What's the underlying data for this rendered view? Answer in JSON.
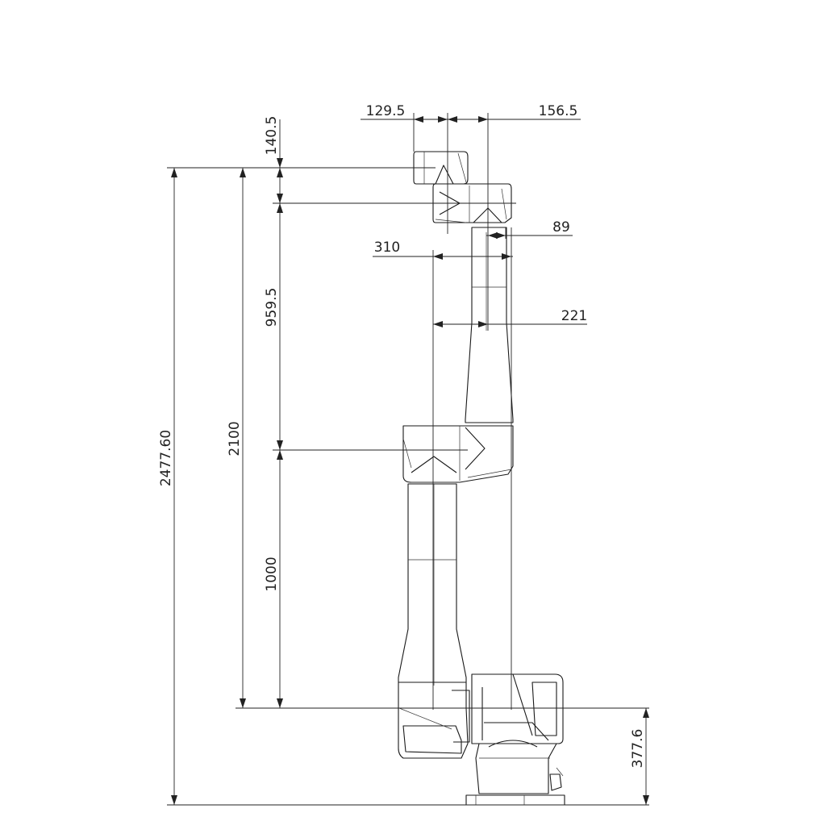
{
  "dimensions": {
    "total_height": "2477.60",
    "reach_height": "2100",
    "lower_arm_length": "1000",
    "upper_arm_length": "959.5",
    "wrist_offset_top": "140.5",
    "wrist_left_offset": "129.5",
    "wrist_right_offset": "156.5",
    "elbow_offset_small": "89",
    "elbow_offset_width": "310",
    "elbow_offset_mid": "221",
    "base_height": "377.6"
  }
}
